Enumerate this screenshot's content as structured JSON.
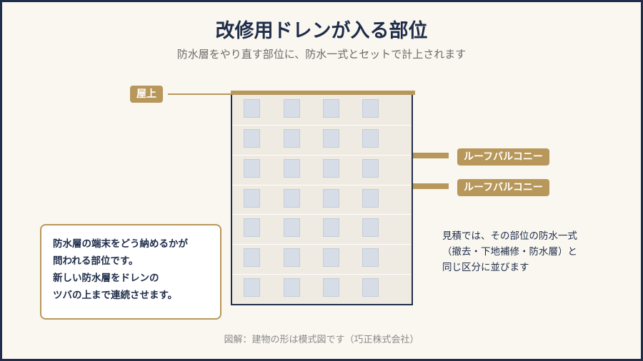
{
  "title": "改修用ドレンが入る部位",
  "subtitle": "防水層をやり直す部位に、防水一式とセットで計上されます",
  "labels": {
    "rooftop": "屋上",
    "roof_balcony_1": "ルーフバルコニー",
    "roof_balcony_2": "ルーフバルコニー"
  },
  "callout": {
    "lines": [
      "防水層の端末をどう納めるかが",
      "問われる部位です。",
      "新しい防水層をドレンの",
      "ツバの上まで連続させます。"
    ]
  },
  "note": {
    "lines": [
      "見積では、その部位の防水一式",
      "（撤去・下地補修・防水層）と",
      "同じ区分に並びます"
    ]
  },
  "caption": "図解：建物の形は模式図です（巧正株式会社）",
  "building": {
    "floors": 7,
    "windows_per_floor": 4
  },
  "colors": {
    "navy": "#1f2d4a",
    "gold": "#b8975a",
    "background": "#faf7f0",
    "building_fill": "#efebe3",
    "window": "#d6dde6"
  }
}
